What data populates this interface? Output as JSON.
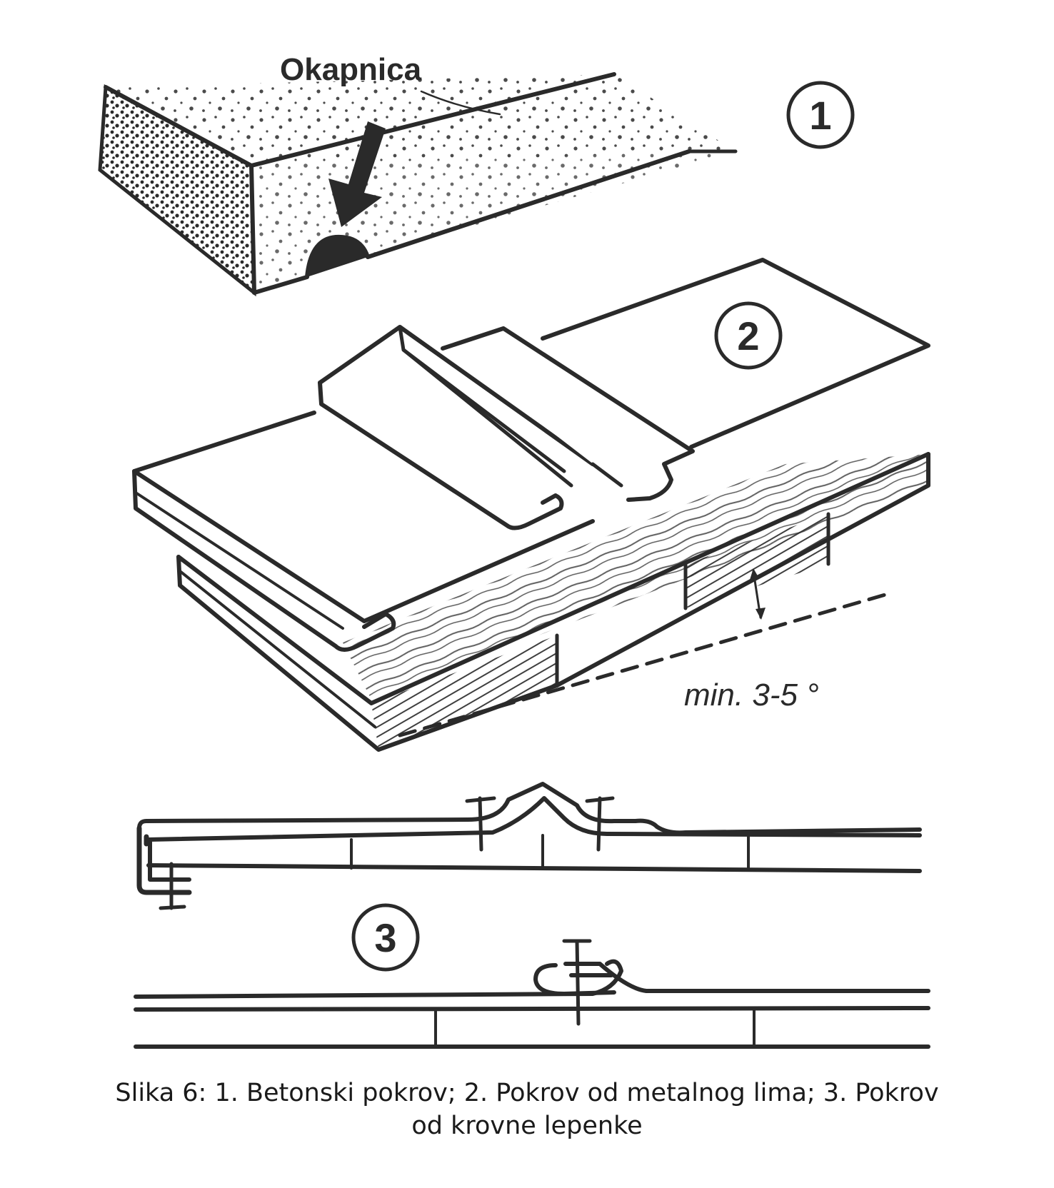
{
  "figure": {
    "detail1": {
      "number": "1",
      "label": "Okapnica"
    },
    "detail2": {
      "number": "2",
      "angle_label": "min. 3-5 °"
    },
    "detail3": {
      "number": "3"
    }
  },
  "caption": {
    "line1": "Slika 6: 1. Betonski pokrov; 2. Pokrov od metalnog lima; 3. Pokrov",
    "line2": "od krovne lepenke"
  },
  "colors": {
    "ink": "#2a2a2a",
    "paper": "#ffffff"
  }
}
